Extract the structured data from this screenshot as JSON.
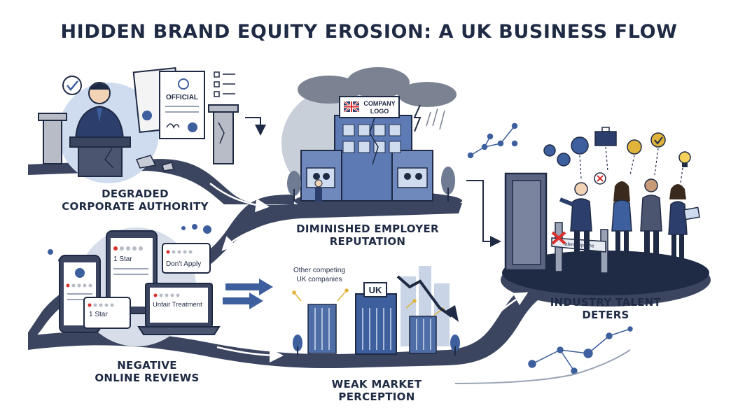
{
  "title": "HIDDEN BRAND EQUITY EROSION: A UK BUSINESS FLOW",
  "stages": {
    "authority": {
      "line1": "DEGRADED",
      "line2": "CORPORATE AUTHORITY",
      "document_label": "OFFICIAL"
    },
    "employer": {
      "line1": "DIMINISHED EMPLOYER",
      "line2": "REPUTATION",
      "sign_line1": "COMPANY",
      "sign_line2": "LOGO"
    },
    "reviews": {
      "line1": "NEGATIVE",
      "line2": "ONLINE REVIEWS",
      "review_1": "1 Star",
      "review_2": "Don't Apply",
      "review_3": "1 Star",
      "review_4": "Unfair Treatment"
    },
    "market": {
      "line1": "WEAK MARKET",
      "line2": "PERCEPTION",
      "competitors_line1": "Other competing",
      "competitors_line2": "UK companies",
      "uk_label": "UK"
    },
    "talent": {
      "line1": "INDUSTRY TALENT",
      "line2": "DETERS",
      "barrier_label": "Talent Pipeline"
    }
  },
  "colors": {
    "navy": "#1f2a44",
    "path": "#3c4560",
    "accent_blue": "#3d5f9e",
    "light_blue": "#cfdcef",
    "red": "#d9302c",
    "gold": "#e0b43a"
  }
}
